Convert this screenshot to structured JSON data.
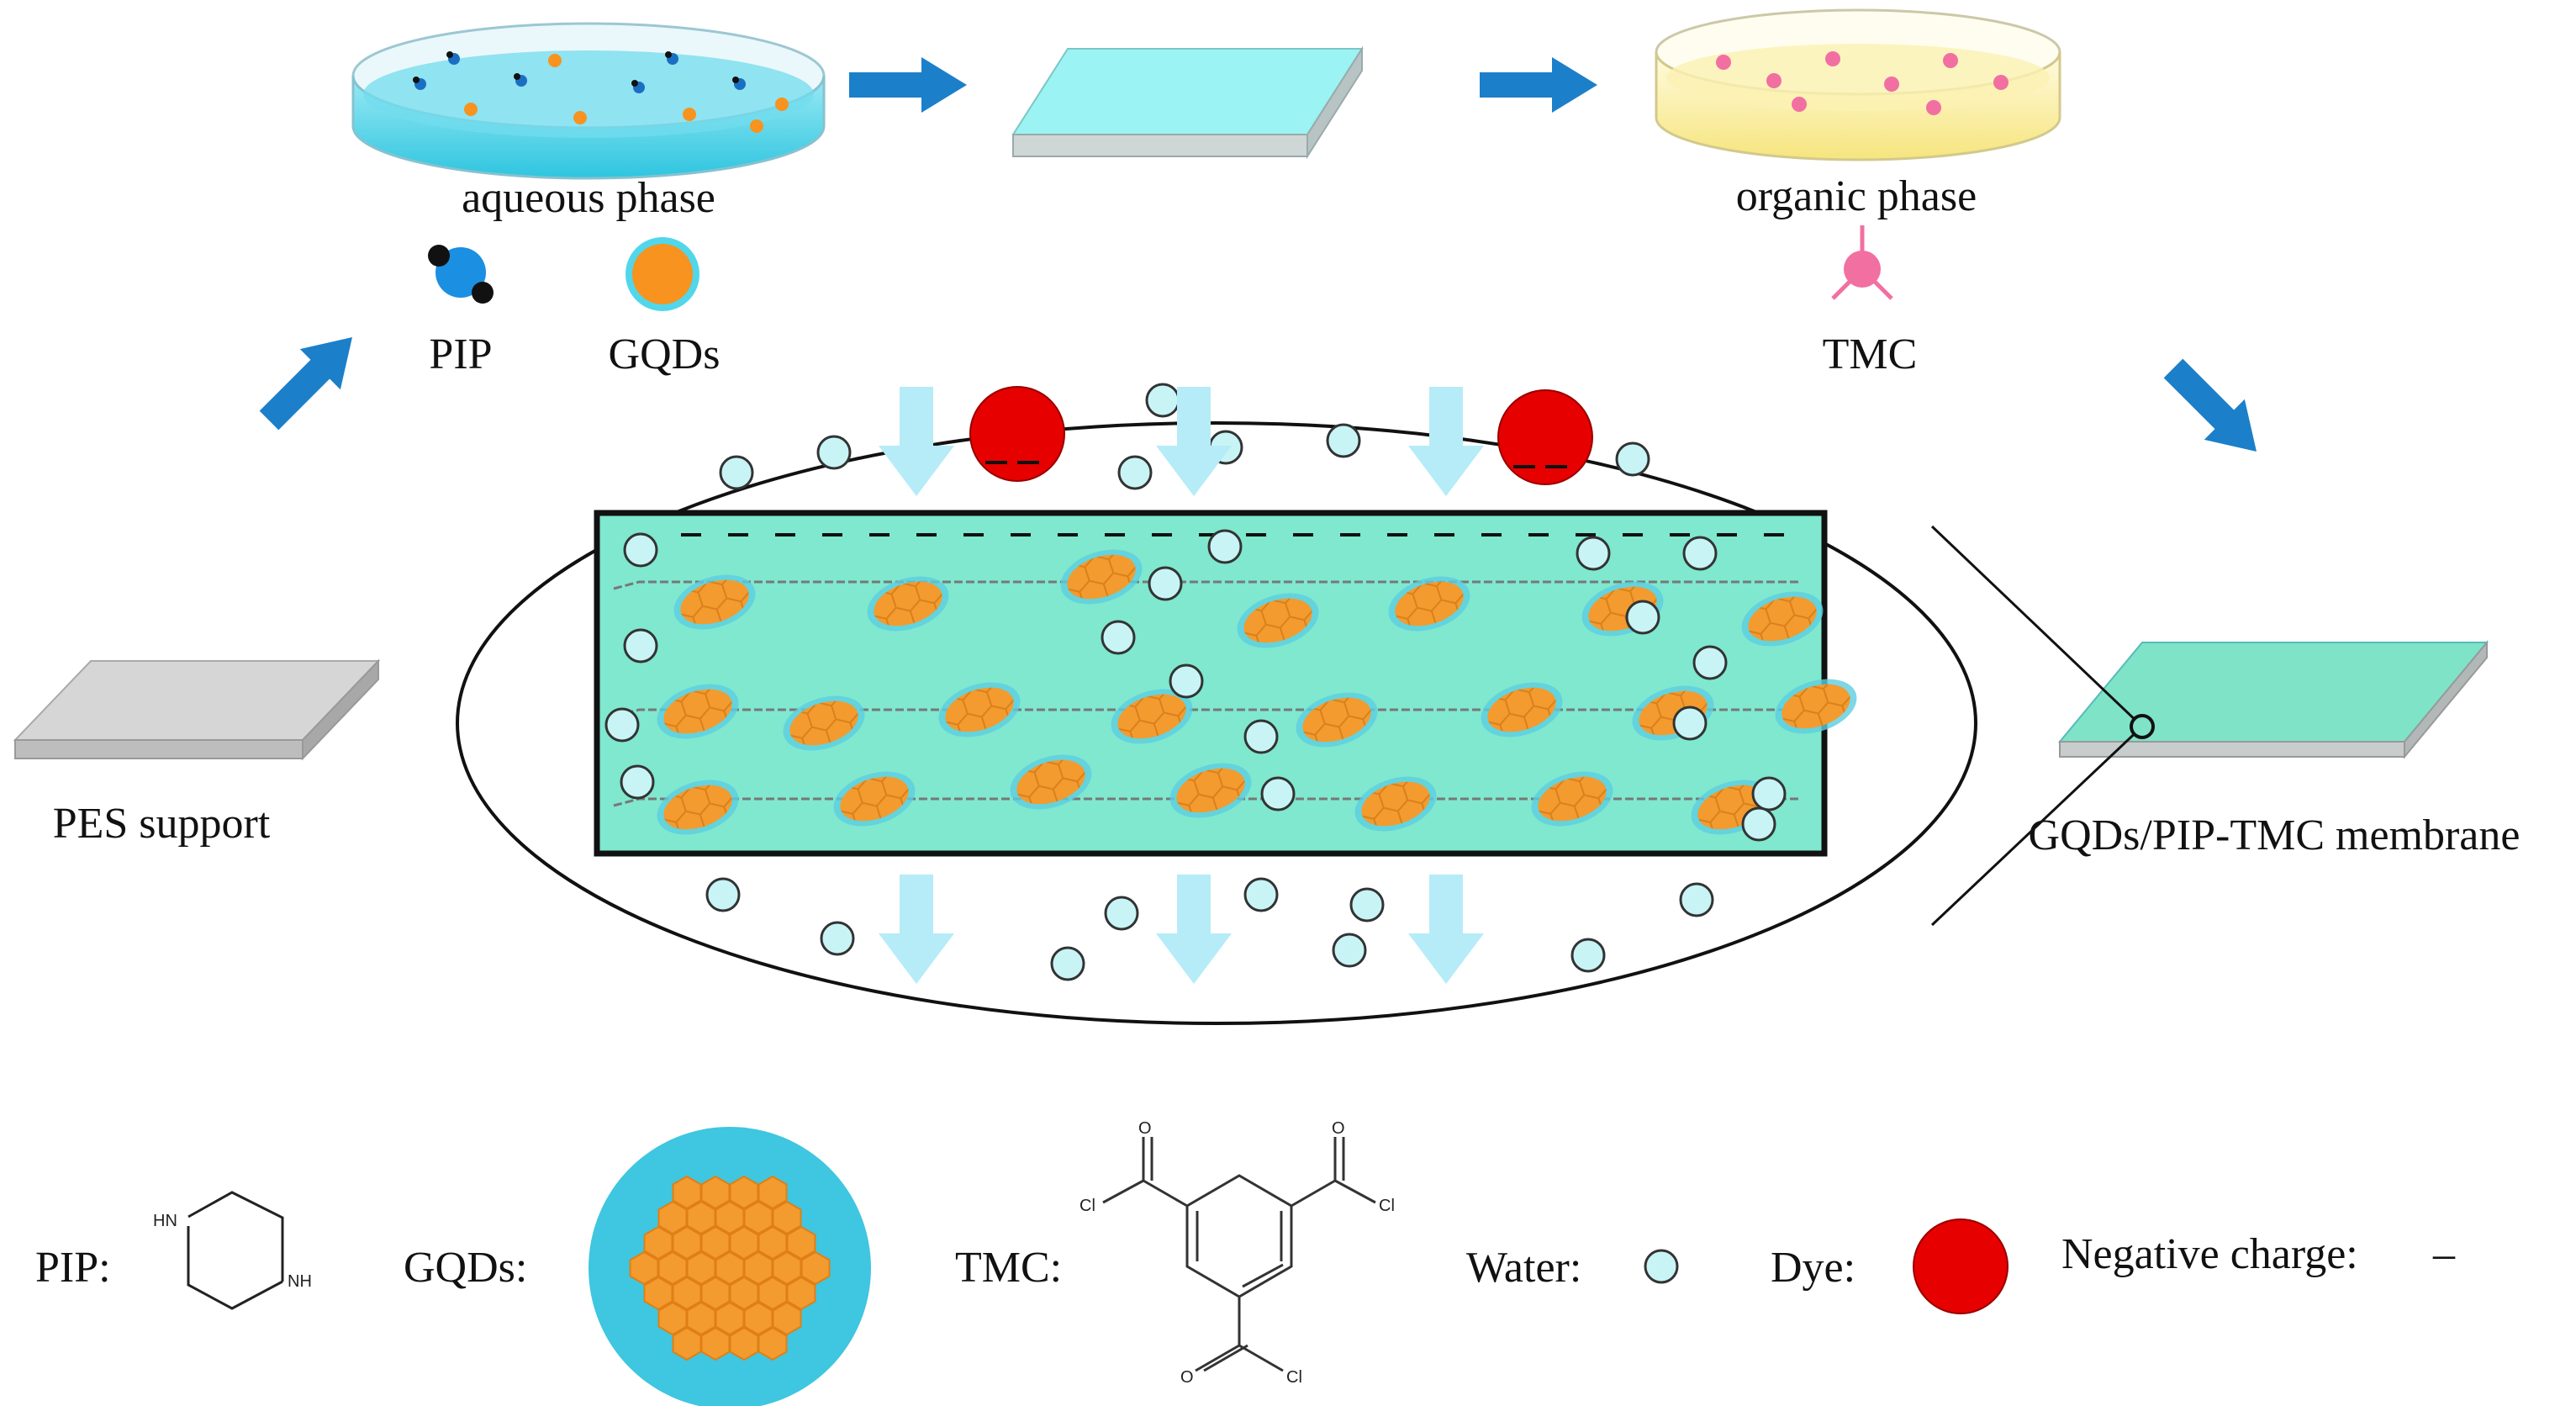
{
  "labels": {
    "aqueous_phase": "aqueous phase",
    "organic_phase": "organic phase",
    "pip": "PIP",
    "gqds": "GQDs",
    "tmc": "TMC",
    "pes_support": "PES support",
    "membrane": "GQDs/PIP-TMC membrane"
  },
  "legend": {
    "pip": "PIP:",
    "gqds": "GQDs:",
    "tmc": "TMC:",
    "water": "Water:",
    "dye": "Dye:",
    "negative_charge": "Negative charge:",
    "negative_symbol": "–"
  },
  "chem": {
    "hn": "HN",
    "nh": "NH",
    "cl": "Cl",
    "o": "O"
  },
  "colors": {
    "flow_arrow": "#1c7fc9",
    "water": "#c8f4f6",
    "dye": "#e60000",
    "membrane": "#7fe8cf",
    "gqd": "#f39b2e",
    "gqd_halo": "#3fc6e0",
    "aqueous": "#52d6ea",
    "organic": "#faf0a2",
    "tmc": "#f26fa2",
    "pes": "#d4d4d4"
  }
}
